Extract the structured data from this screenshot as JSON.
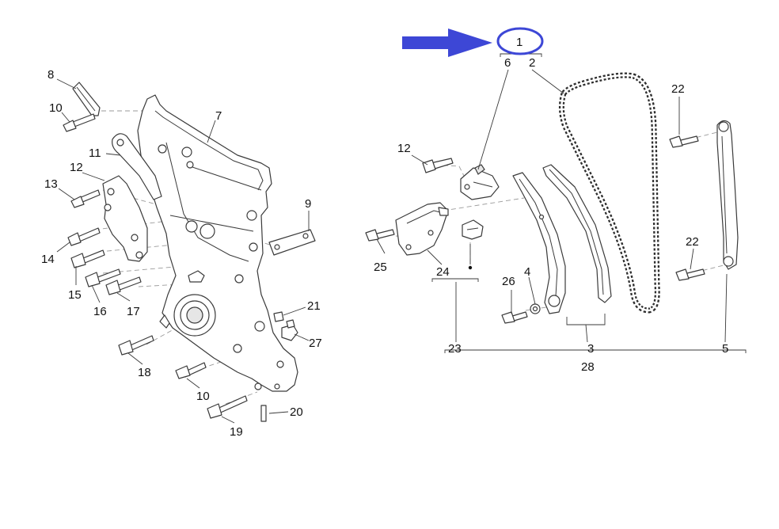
{
  "arrow": {
    "color": "#3d47d6"
  },
  "highlight": {
    "color": "#3d47d6",
    "part_number": "1"
  },
  "labels": {
    "p1": "1",
    "p2": "2",
    "p3": "3",
    "p4": "4",
    "p5": "5",
    "p6": "6",
    "p7": "7",
    "p8": "8",
    "p9": "9",
    "p10a": "10",
    "p10b": "10",
    "p11": "11",
    "p12a": "12",
    "p12b": "12",
    "p13": "13",
    "p14": "14",
    "p15": "15",
    "p16": "16",
    "p17": "17",
    "p18": "18",
    "p19": "19",
    "p20": "20",
    "p21": "21",
    "p22a": "22",
    "p22b": "22",
    "p23": "23",
    "p24": "24",
    "p25": "25",
    "p26": "26",
    "p27": "27",
    "p28": "28"
  }
}
